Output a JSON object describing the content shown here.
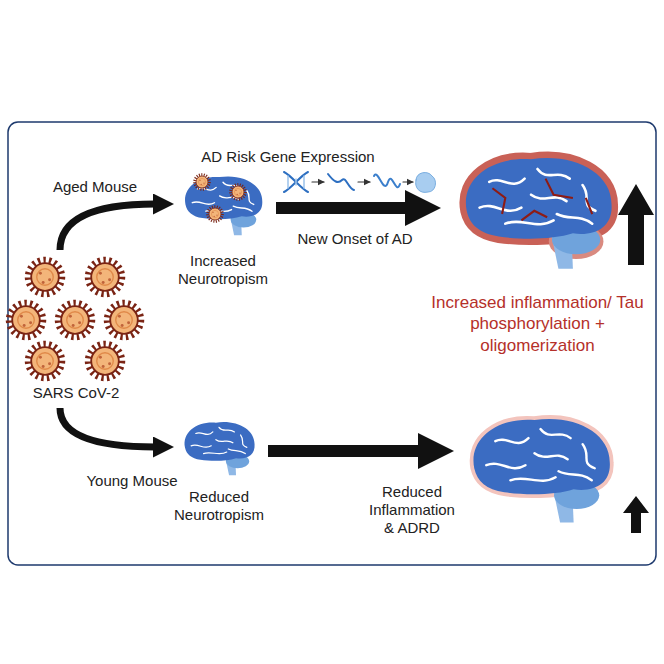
{
  "diagram": {
    "nodes": [
      {
        "text": [
          "SARS CoV-2"
        ]
      },
      {
        "text": [
          "Increased Neurotropism"
        ]
      },
      {
        "text": [
          "Increased inflammation/ Tau phosphorylation + oligomerization"
        ]
      },
      {
        "text": [
          "Reduced Neurotropism"
        ]
      },
      {
        "text": [
          "Reduced Inflammation & ADRD"
        ]
      }
    ],
    "edges": [
      {
        "from": 0,
        "to": 1,
        "label": "Aged Mouse",
        "arrow": "to"
      },
      {
        "from": 0,
        "to": 3,
        "label": "Young Mouse",
        "arrow": "to"
      },
      {
        "from": 1,
        "to": 2,
        "label": "New Onset of AD",
        "arrow": "to"
      },
      {
        "from": 3,
        "to": 4,
        "arrow": "to"
      }
    ],
    "labels": [
      "AD Risk Gene Expression"
    ]
  }
}
